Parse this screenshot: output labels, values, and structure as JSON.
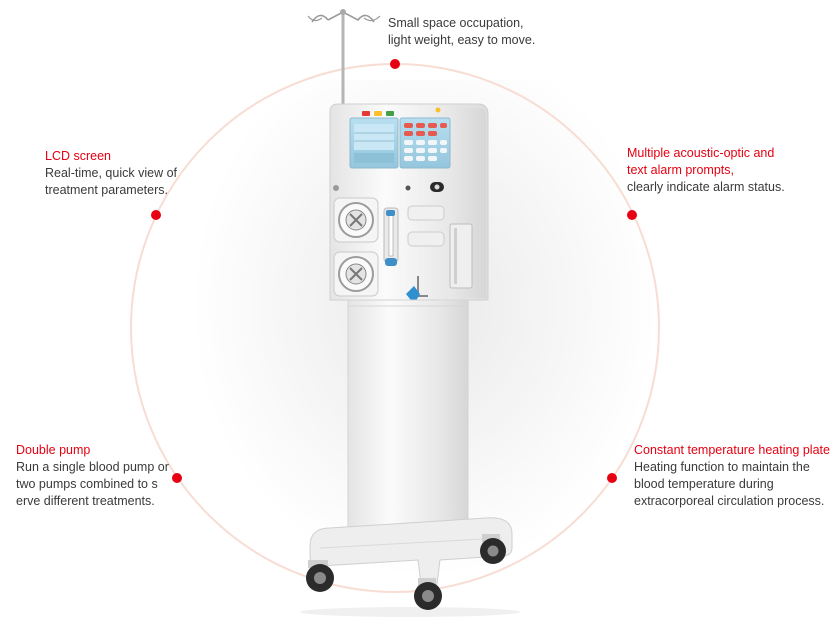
{
  "colors": {
    "accent": "#e60012",
    "ring": "#f7ddd3",
    "text": "#3a3a3a",
    "screen": "#a9d3e6",
    "body": "#f3f3f3"
  },
  "features": {
    "top": {
      "title": "",
      "desc": "Small space occupation,\nlight weight, easy to move."
    },
    "lcd": {
      "title": "LCD screen",
      "desc": " Real-time, quick view of\ntreatment parameters."
    },
    "alarm": {
      "title": "Multiple acoustic-optic and\ntext alarm prompts,",
      "desc": "clearly indicate alarm status."
    },
    "pump": {
      "title": "Double pump",
      "desc": "Run a single blood pump or\ntwo pumps combined to s\nerve different treatments."
    },
    "heating": {
      "title": "Constant temperature heating plate",
      "desc": "Heating function to maintain the\nblood temperature during\nextracorporeal circulation process."
    }
  },
  "icons": {
    "machine": "dialysis-machine-illustration",
    "marker": "red-dot-marker"
  }
}
